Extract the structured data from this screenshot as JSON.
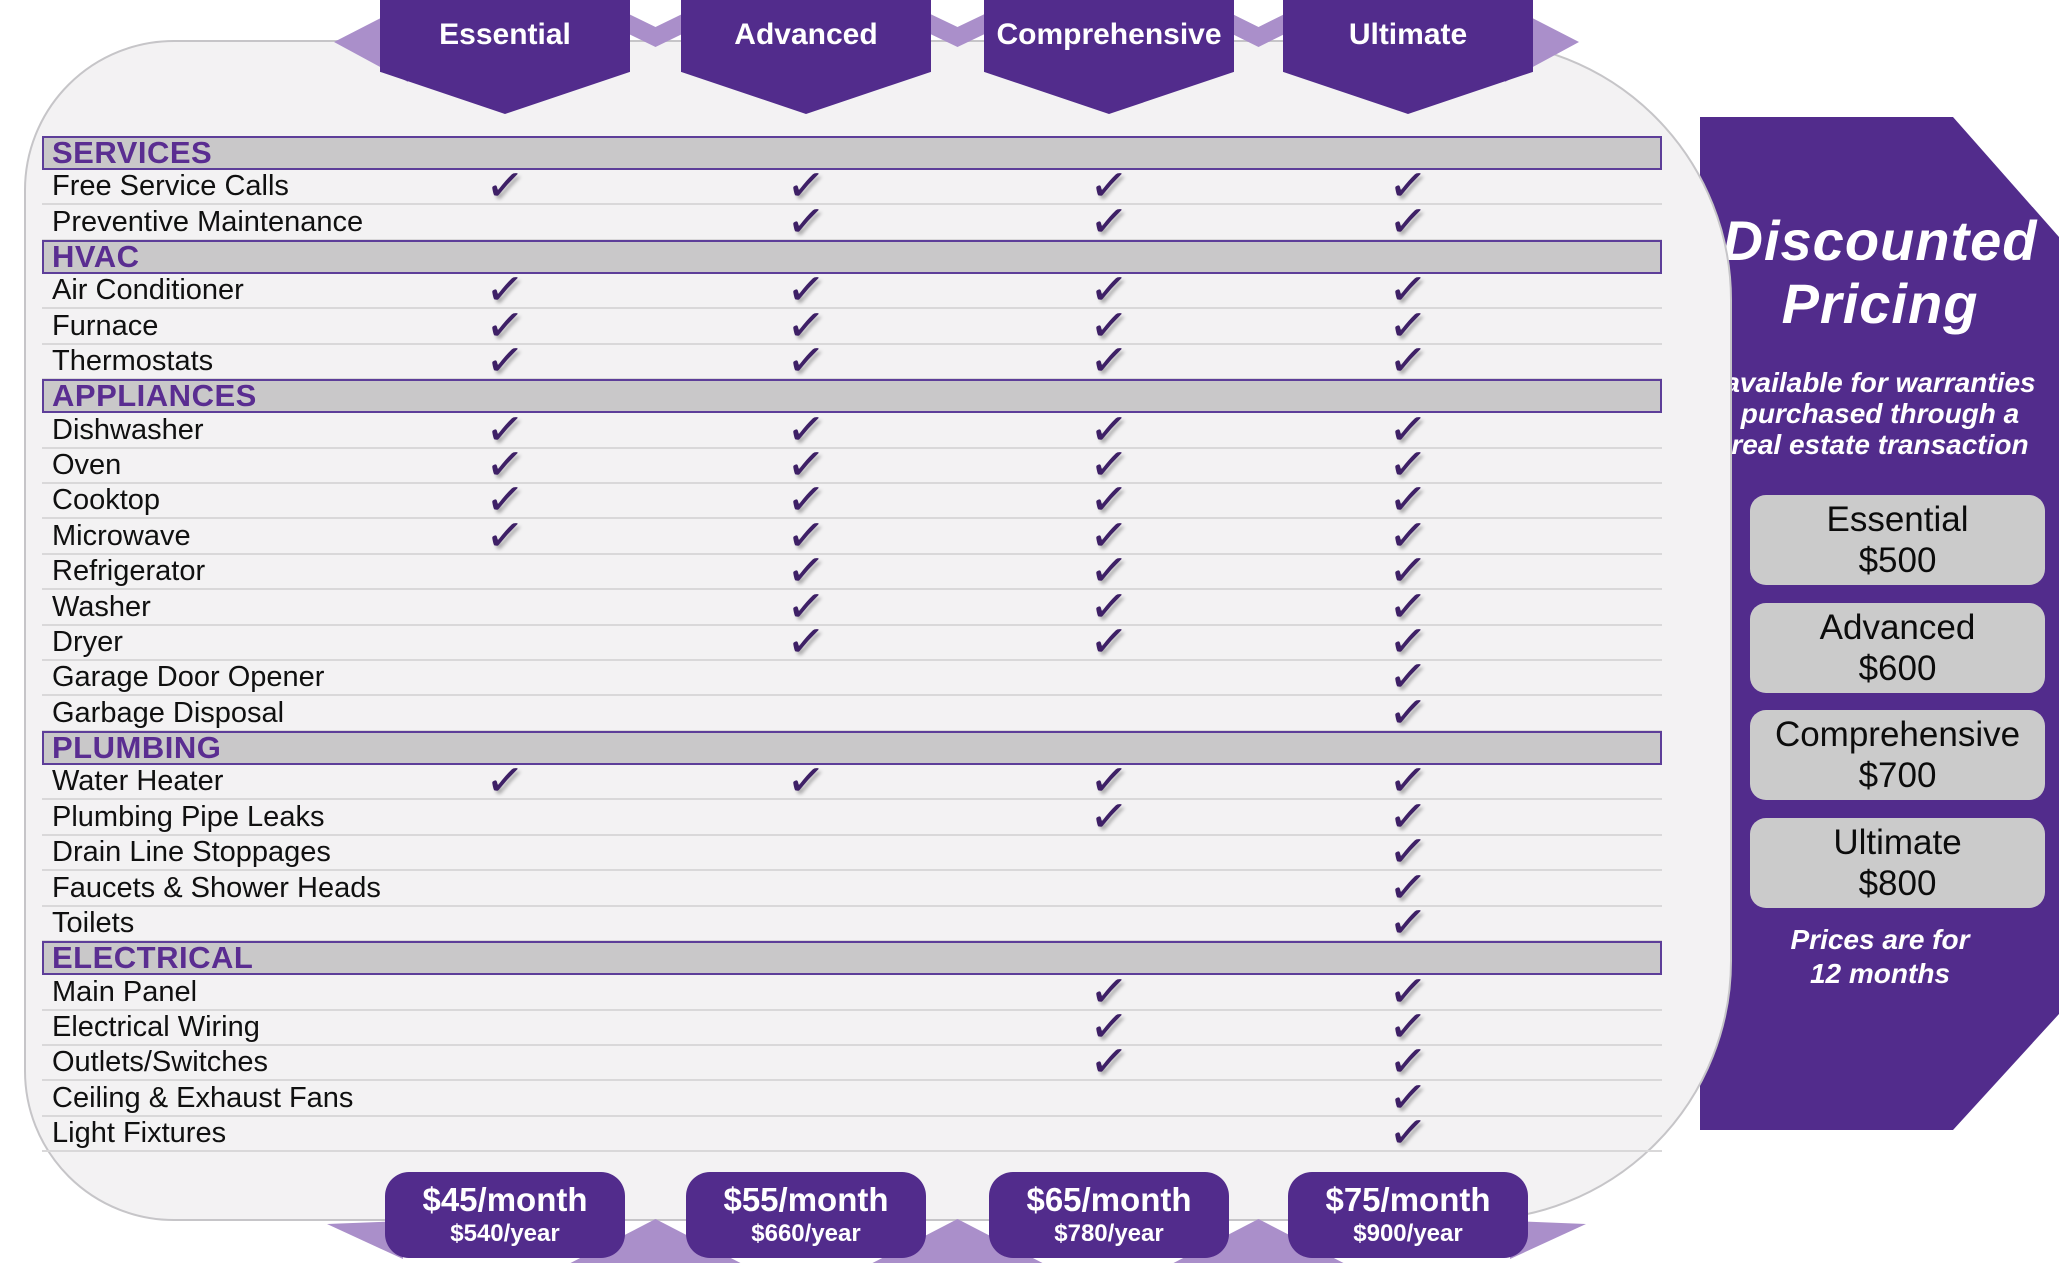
{
  "chart_data": {
    "type": "table",
    "columns": [
      "Essential",
      "Advanced",
      "Comprehensive",
      "Ultimate"
    ],
    "plans": [
      {
        "name": "Essential",
        "monthly": "$45/month",
        "yearly": "$540/year",
        "discounted_price": "$500"
      },
      {
        "name": "Advanced",
        "monthly": "$55/month",
        "yearly": "$660/year",
        "discounted_price": "$600"
      },
      {
        "name": "Comprehensive",
        "monthly": "$65/month",
        "yearly": "$780/year",
        "discounted_price": "$700"
      },
      {
        "name": "Ultimate",
        "monthly": "$75/month",
        "yearly": "$900/year",
        "discounted_price": "$800"
      }
    ],
    "sections": [
      {
        "title": "SERVICES",
        "rows": [
          {
            "label": "Free Service Calls",
            "checks": [
              true,
              true,
              true,
              true
            ]
          },
          {
            "label": "Preventive Maintenance",
            "checks": [
              false,
              true,
              true,
              true
            ]
          }
        ]
      },
      {
        "title": "HVAC",
        "rows": [
          {
            "label": "Air Conditioner",
            "checks": [
              true,
              true,
              true,
              true
            ]
          },
          {
            "label": "Furnace",
            "checks": [
              true,
              true,
              true,
              true
            ]
          },
          {
            "label": "Thermostats",
            "checks": [
              true,
              true,
              true,
              true
            ]
          }
        ]
      },
      {
        "title": "APPLIANCES",
        "rows": [
          {
            "label": "Dishwasher",
            "checks": [
              true,
              true,
              true,
              true
            ]
          },
          {
            "label": "Oven",
            "checks": [
              true,
              true,
              true,
              true
            ]
          },
          {
            "label": "Cooktop",
            "checks": [
              true,
              true,
              true,
              true
            ]
          },
          {
            "label": "Microwave",
            "checks": [
              true,
              true,
              true,
              true
            ]
          },
          {
            "label": "Refrigerator",
            "checks": [
              false,
              true,
              true,
              true
            ]
          },
          {
            "label": "Washer",
            "checks": [
              false,
              true,
              true,
              true
            ]
          },
          {
            "label": "Dryer",
            "checks": [
              false,
              true,
              true,
              true
            ]
          },
          {
            "label": "Garage Door Opener",
            "checks": [
              false,
              false,
              false,
              true
            ]
          },
          {
            "label": "Garbage Disposal",
            "checks": [
              false,
              false,
              false,
              true
            ]
          }
        ]
      },
      {
        "title": "PLUMBING",
        "rows": [
          {
            "label": "Water Heater",
            "checks": [
              true,
              true,
              true,
              true
            ]
          },
          {
            "label": "Plumbing Pipe Leaks",
            "checks": [
              false,
              false,
              true,
              true
            ]
          },
          {
            "label": "Drain Line Stoppages",
            "checks": [
              false,
              false,
              false,
              true
            ]
          },
          {
            "label": "Faucets & Shower Heads",
            "checks": [
              false,
              false,
              false,
              true
            ]
          },
          {
            "label": "Toilets",
            "checks": [
              false,
              false,
              false,
              true
            ]
          }
        ]
      },
      {
        "title": "ELECTRICAL",
        "rows": [
          {
            "label": "Main Panel",
            "checks": [
              false,
              false,
              true,
              true
            ]
          },
          {
            "label": "Electrical Wiring",
            "checks": [
              false,
              false,
              true,
              true
            ]
          },
          {
            "label": "Outlets/Switches",
            "checks": [
              false,
              false,
              true,
              true
            ]
          },
          {
            "label": "Ceiling & Exhaust Fans",
            "checks": [
              false,
              false,
              false,
              true
            ]
          },
          {
            "label": "Light Fixtures",
            "checks": [
              false,
              false,
              false,
              true
            ]
          }
        ]
      }
    ]
  },
  "side_panel": {
    "title": "Discounted\nPricing",
    "subtitle": "available for warranties\npurchased through a\nreal estate transaction",
    "footnote": "Prices are for\n12 months"
  },
  "check_symbol": "✓",
  "colors": {
    "brand_purple": "#522C8C",
    "lavender": "#AA8FCA",
    "check_purple": "#3E2066",
    "band_gray": "#C9C8C9",
    "section_title_purple": "#5A2D91",
    "card_background": "#F3F2F3",
    "panel_box_gray": "#CBCBCB"
  }
}
